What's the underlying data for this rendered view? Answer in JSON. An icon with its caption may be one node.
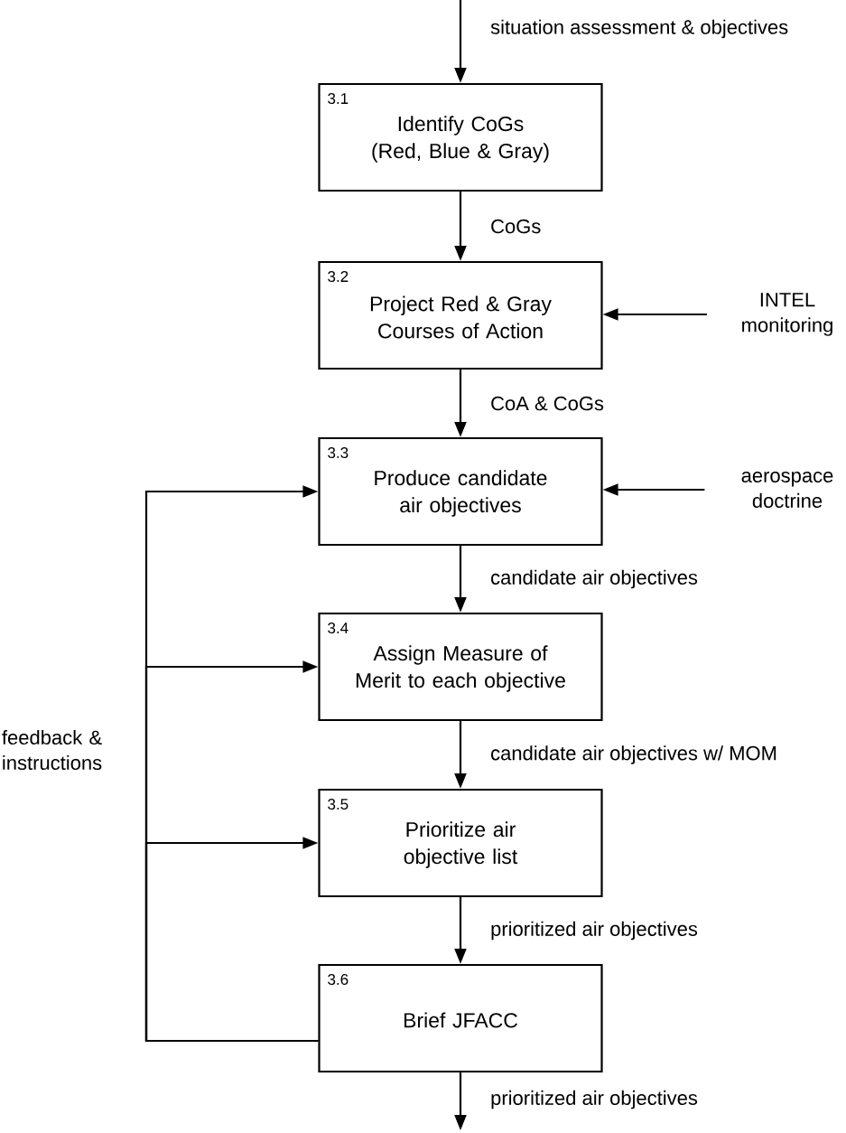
{
  "diagram": {
    "nodes": [
      {
        "text": [
          "3.1",
          "Identify CoGs (Red, Blue & Gray)"
        ]
      },
      {
        "text": [
          "3.2",
          "Project Red & Gray Courses of Action"
        ]
      },
      {
        "text": [
          "3.3",
          "Produce candidate air objectives"
        ]
      },
      {
        "text": [
          "3.4",
          "Assign Measure of Merit to each objective"
        ]
      },
      {
        "text": [
          "3.5",
          "Prioritize air objective list"
        ]
      },
      {
        "text": [
          "3.6",
          "Brief JFACC"
        ]
      },
      {
        "text": [
          "INTEL monitoring"
        ]
      },
      {
        "text": [
          "aerospace doctrine"
        ]
      }
    ],
    "edges": [
      {
        "from": null,
        "to": 0,
        "arrow": "to",
        "label": "situation assessment & objectives"
      },
      {
        "from": 0,
        "to": 1,
        "arrow": "to",
        "label": "CoGs"
      },
      {
        "from": 1,
        "to": 2,
        "arrow": "to",
        "label": "CoA & CoGs"
      },
      {
        "from": 2,
        "to": 3,
        "arrow": "to",
        "label": "candidate air objectives"
      },
      {
        "from": 3,
        "to": 4,
        "arrow": "to",
        "label": "candidate air objectives w/ MOM"
      },
      {
        "from": 4,
        "to": 5,
        "arrow": "to",
        "label": "prioritized air objectives"
      },
      {
        "from": 5,
        "to": null,
        "arrow": "to",
        "label": "prioritized air objectives"
      },
      {
        "from": 6,
        "to": 1,
        "arrow": "to"
      },
      {
        "from": 7,
        "to": 2,
        "arrow": "to"
      },
      {
        "from": 5,
        "to": 2,
        "arrow": "to",
        "label": "feedback & instructions"
      },
      {
        "from": 5,
        "to": 3,
        "arrow": "to"
      },
      {
        "from": 5,
        "to": 4,
        "arrow": "to"
      }
    ]
  }
}
